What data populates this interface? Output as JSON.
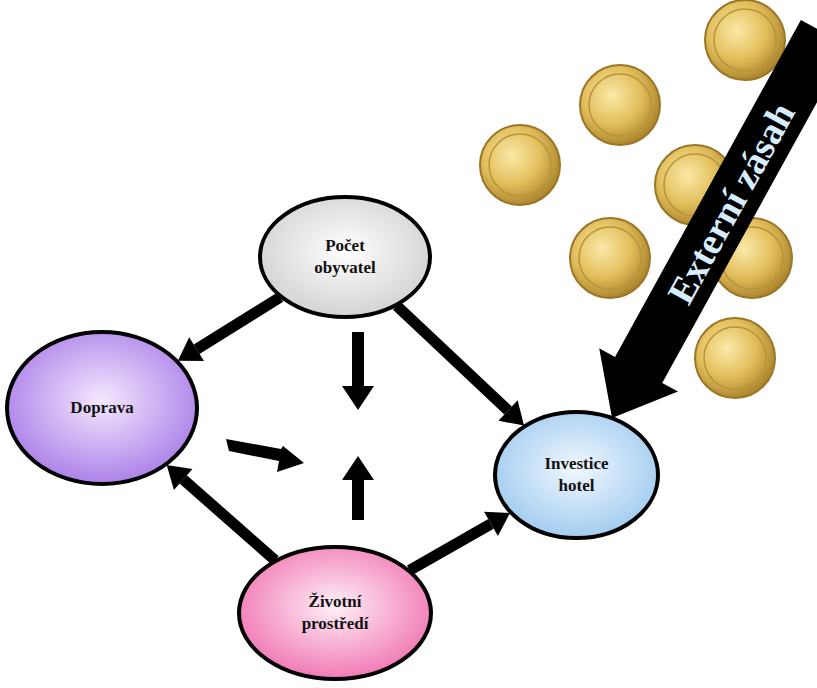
{
  "diagram": {
    "nodes": [
      {
        "text": [
          "Počet obyvatel"
        ]
      },
      {
        "text": [
          "Doprava"
        ]
      },
      {
        "text": [
          "Investice hotel"
        ]
      },
      {
        "text": [
          "Životní prostředí"
        ]
      }
    ],
    "edges": [
      {
        "from": 0,
        "to": 1,
        "arrow": "to"
      },
      {
        "from": 0,
        "to": 2,
        "arrow": "to"
      },
      {
        "from": 3,
        "to": 1,
        "arrow": "to"
      },
      {
        "from": 3,
        "to": 2,
        "arrow": "to"
      }
    ],
    "labels": [
      "Externí zásah"
    ]
  }
}
